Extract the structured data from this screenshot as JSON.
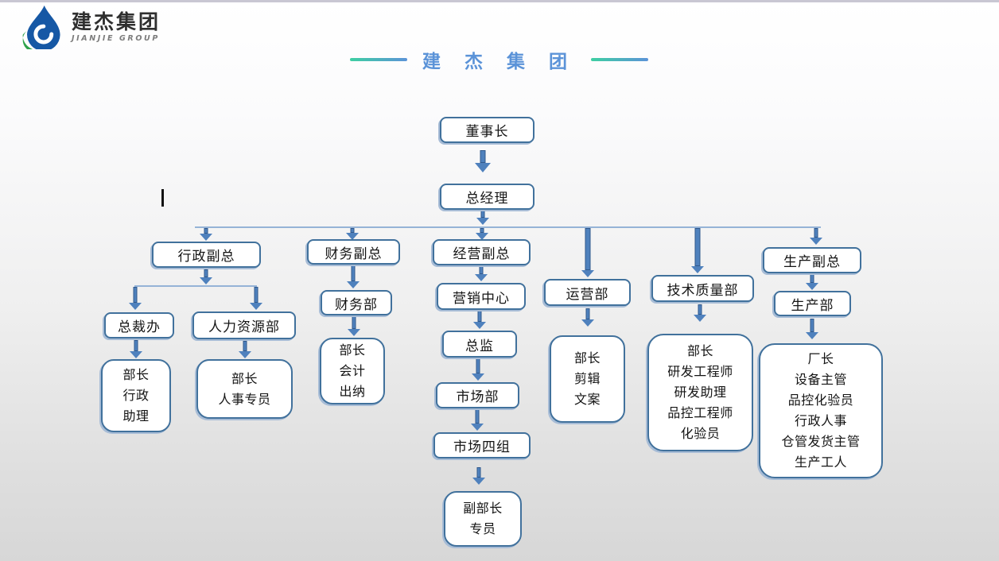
{
  "logo": {
    "name": "建杰集团",
    "subtitle": "JIANJIE GROUP",
    "icon": "water-drop-logo",
    "colors": {
      "drop_blue": "#1658a5",
      "swirl_green": "#2fa24b"
    }
  },
  "header": {
    "title": "建 杰 集 团",
    "title_color": "#5b93d8",
    "dash_gradient": [
      "#3ecfa2",
      "#5b93d8"
    ]
  },
  "org": {
    "style": {
      "box_border": "#41719c",
      "arrow_fill": "#4f81bd",
      "arrow_outline": "#30598c",
      "connector_line": "#95b3d7"
    },
    "nodes": {
      "chairman": "董事长",
      "gm": "总经理",
      "admin_vp": "行政副总",
      "finance_vp": "财务副总",
      "business_vp": "经营副总",
      "operation_dept": "运营部",
      "tech_quality_dept": "技术质量部",
      "production_vp": "生产副总",
      "president_office": "总裁办",
      "hr_dept": "人力资源部",
      "finance_dept": "财务部",
      "marketing_center": "营销中心",
      "production_dept": "生产部",
      "admin_staff": "部长\n行政\n助理",
      "hr_staff": "部长\n人事专员",
      "finance_staff": "部长\n会计\n出纳",
      "director": "总监",
      "operation_staff": "部长\n剪辑\n文案",
      "tech_staff": "部长\n研发工程师\n研发助理\n品控工程师\n化验员",
      "factory_staff": "厂长\n设备主管\n品控化验员\n行政人事\n仓管发货主管\n生产工人",
      "market_dept": "市场部",
      "market_group4": "市场四组",
      "deputy_staff": "副部长\n专员"
    },
    "edges": [
      [
        "chairman",
        "gm"
      ],
      [
        "gm",
        "admin_vp"
      ],
      [
        "gm",
        "finance_vp"
      ],
      [
        "gm",
        "business_vp"
      ],
      [
        "gm",
        "operation_dept"
      ],
      [
        "gm",
        "tech_quality_dept"
      ],
      [
        "gm",
        "production_vp"
      ],
      [
        "admin_vp",
        "president_office"
      ],
      [
        "admin_vp",
        "hr_dept"
      ],
      [
        "president_office",
        "admin_staff"
      ],
      [
        "hr_dept",
        "hr_staff"
      ],
      [
        "finance_vp",
        "finance_dept"
      ],
      [
        "finance_dept",
        "finance_staff"
      ],
      [
        "business_vp",
        "marketing_center"
      ],
      [
        "marketing_center",
        "director"
      ],
      [
        "director",
        "market_dept"
      ],
      [
        "market_dept",
        "market_group4"
      ],
      [
        "market_group4",
        "deputy_staff"
      ],
      [
        "operation_dept",
        "operation_staff"
      ],
      [
        "tech_quality_dept",
        "tech_staff"
      ],
      [
        "production_vp",
        "production_dept"
      ],
      [
        "production_dept",
        "factory_staff"
      ]
    ]
  }
}
